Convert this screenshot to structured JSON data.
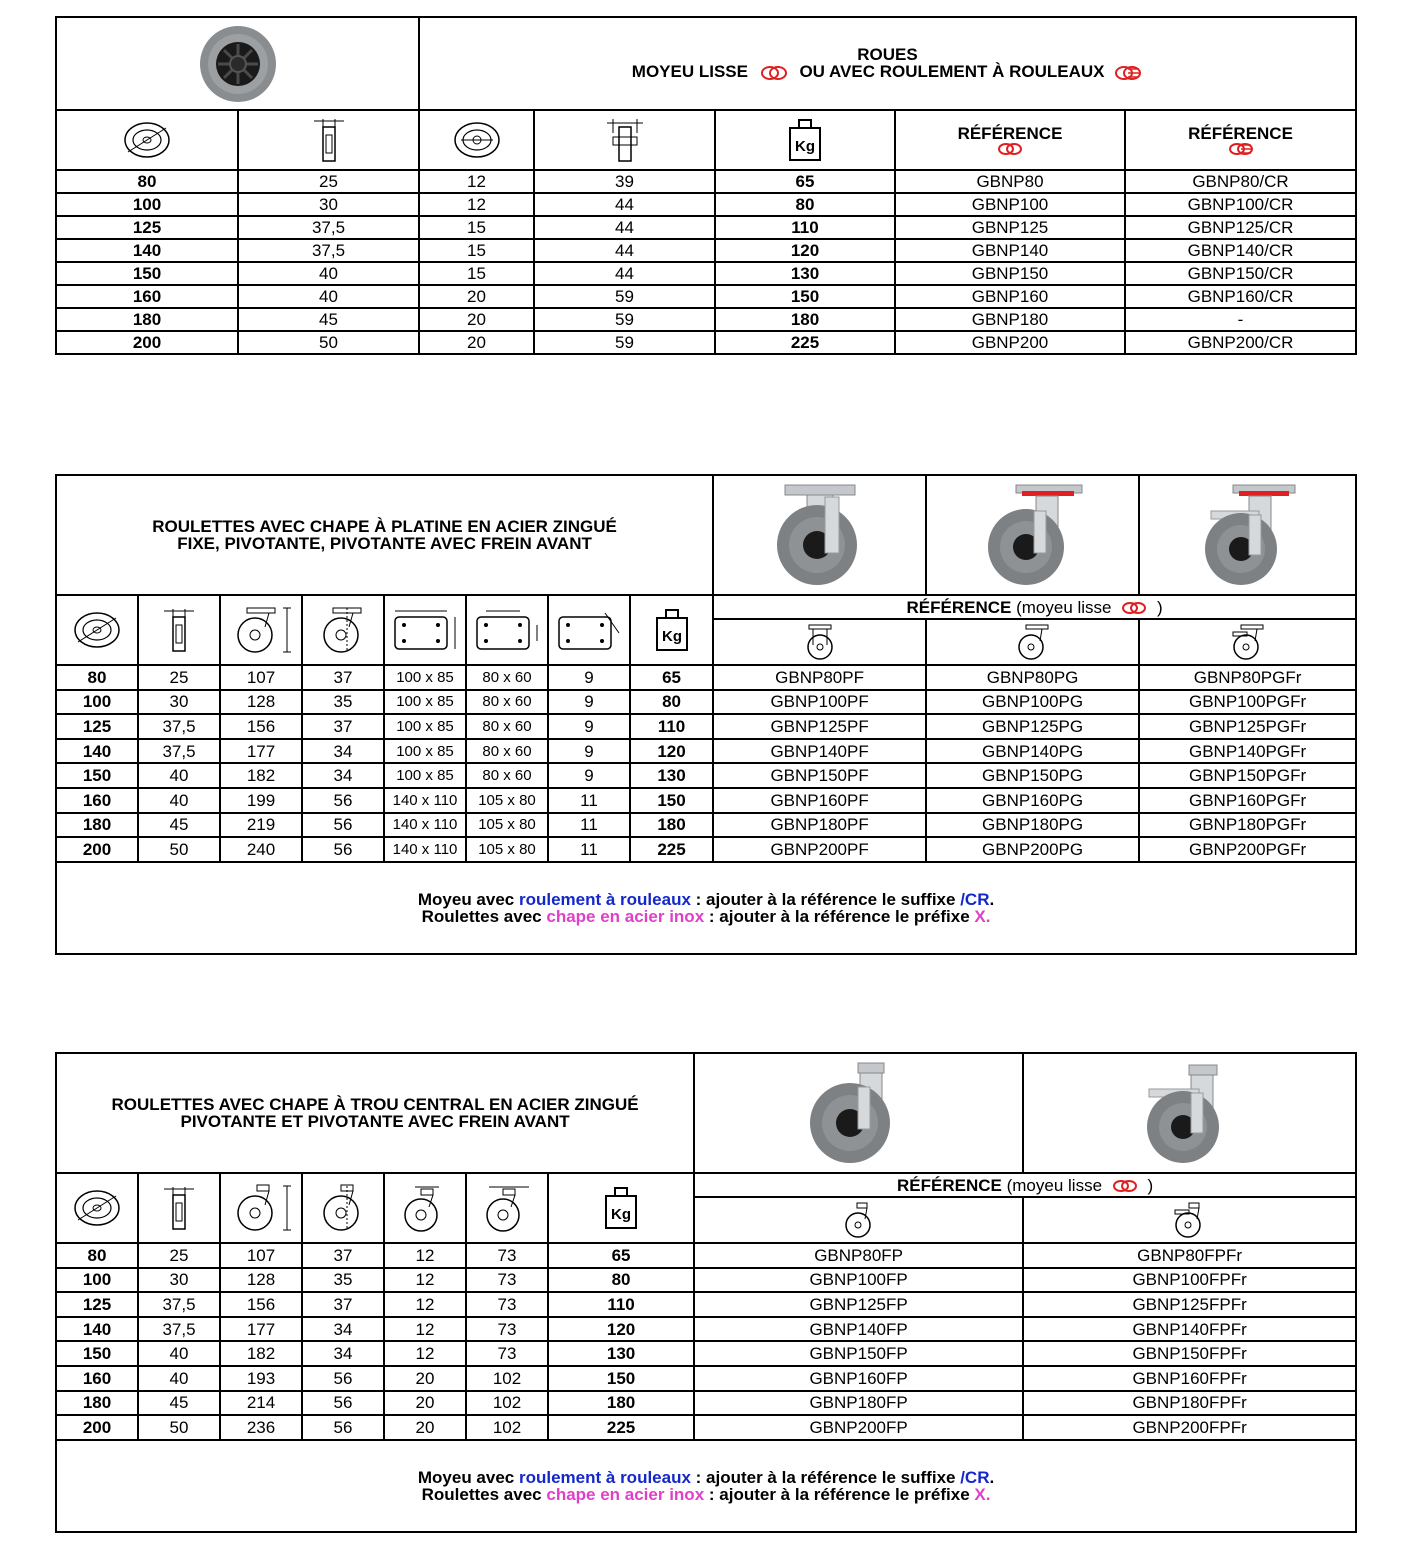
{
  "colors": {
    "hub_red": "#e02020",
    "blue_text": "#1428c8",
    "pink_text": "#e040c8",
    "tire_grey": "#8a8d90",
    "hub_black": "#1a1a1a",
    "plate_zinc": "#c4c8cc"
  },
  "table1": {
    "title_line1": "ROUES",
    "title_line2a": "MOYEU LISSE",
    "title_line2b": "OU AVEC ROULEMENT À ROULEAUX",
    "col_icons": [
      "wheel-diameter-icon",
      "wheel-width-icon",
      "bore-diameter-icon",
      "hub-length-icon",
      "load-kg-icon"
    ],
    "kg_label": "Kg",
    "ref_label1": "RÉFÉRENCE",
    "ref_label2": "RÉFÉRENCE",
    "rows": [
      [
        "80",
        "25",
        "12",
        "39",
        "65",
        "GBNP80",
        "GBNP80/CR"
      ],
      [
        "100",
        "30",
        "12",
        "44",
        "80",
        "GBNP100",
        "GBNP100/CR"
      ],
      [
        "125",
        "37,5",
        "15",
        "44",
        "110",
        "GBNP125",
        "GBNP125/CR"
      ],
      [
        "140",
        "37,5",
        "15",
        "44",
        "120",
        "GBNP140",
        "GBNP140/CR"
      ],
      [
        "150",
        "40",
        "15",
        "44",
        "130",
        "GBNP150",
        "GBNP150/CR"
      ],
      [
        "160",
        "40",
        "20",
        "59",
        "150",
        "GBNP160",
        "GBNP160/CR"
      ],
      [
        "180",
        "45",
        "20",
        "59",
        "180",
        "GBNP180",
        "-"
      ],
      [
        "200",
        "50",
        "20",
        "59",
        "225",
        "GBNP200",
        "GBNP200/CR"
      ]
    ]
  },
  "table2": {
    "title_line1": "ROULETTES AVEC CHAPE  À PLATINE EN ACIER ZINGUÉ",
    "title_line2": "FIXE, PIVOTANTE, PIVOTANTE AVEC FREIN AVANT",
    "kg_label": "Kg",
    "ref_bold": "RÉFÉRENCE",
    "ref_open": "(moyeu lisse",
    "ref_close": ")",
    "rows": [
      [
        "80",
        "25",
        "107",
        "37",
        "100 x 85",
        "80 x 60",
        "9",
        "65",
        "GBNP80PF",
        "GBNP80PG",
        "GBNP80PGFr"
      ],
      [
        "100",
        "30",
        "128",
        "35",
        "100 x 85",
        "80 x 60",
        "9",
        "80",
        "GBNP100PF",
        "GBNP100PG",
        "GBNP100PGFr"
      ],
      [
        "125",
        "37,5",
        "156",
        "37",
        "100 x 85",
        "80 x 60",
        "9",
        "110",
        "GBNP125PF",
        "GBNP125PG",
        "GBNP125PGFr"
      ],
      [
        "140",
        "37,5",
        "177",
        "34",
        "100 x 85",
        "80 x 60",
        "9",
        "120",
        "GBNP140PF",
        "GBNP140PG",
        "GBNP140PGFr"
      ],
      [
        "150",
        "40",
        "182",
        "34",
        "100 x 85",
        "80 x 60",
        "9",
        "130",
        "GBNP150PF",
        "GBNP150PG",
        "GBNP150PGFr"
      ],
      [
        "160",
        "40",
        "199",
        "56",
        "140 x 110",
        "105 x 80",
        "11",
        "150",
        "GBNP160PF",
        "GBNP160PG",
        "GBNP160PGFr"
      ],
      [
        "180",
        "45",
        "219",
        "56",
        "140 x 110",
        "105 x 80",
        "11",
        "180",
        "GBNP180PF",
        "GBNP180PG",
        "GBNP180PGFr"
      ],
      [
        "200",
        "50",
        "240",
        "56",
        "140 x 110",
        "105 x 80",
        "11",
        "225",
        "GBNP200PF",
        "GBNP200PG",
        "GBNP200PGFr"
      ]
    ],
    "note1_a": "Moyeu avec ",
    "note1_b": "roulement à rouleaux",
    "note1_c": "  : ajouter à la référence le suffixe ",
    "note1_d": "/CR",
    "note1_e": ".",
    "note2_a": "Roulettes avec ",
    "note2_b": "chape en acier inox",
    "note2_c": " : ajouter à la référence le préfixe ",
    "note2_d": "X."
  },
  "table3": {
    "title_line1": "ROULETTES AVEC CHAPE  À TROU CENTRAL EN ACIER ZINGUÉ",
    "title_line2": "PIVOTANTE ET PIVOTANTE AVEC FREIN AVANT",
    "kg_label": "Kg",
    "ref_bold": "RÉFÉRENCE",
    "ref_open": "(moyeu lisse",
    "ref_close": ")",
    "rows": [
      [
        "80",
        "25",
        "107",
        "37",
        "12",
        "73",
        "65",
        "GBNP80FP",
        "GBNP80FPFr"
      ],
      [
        "100",
        "30",
        "128",
        "35",
        "12",
        "73",
        "80",
        "GBNP100FP",
        "GBNP100FPFr"
      ],
      [
        "125",
        "37,5",
        "156",
        "37",
        "12",
        "73",
        "110",
        "GBNP125FP",
        "GBNP125FPFr"
      ],
      [
        "140",
        "37,5",
        "177",
        "34",
        "12",
        "73",
        "120",
        "GBNP140FP",
        "GBNP140FPFr"
      ],
      [
        "150",
        "40",
        "182",
        "34",
        "12",
        "73",
        "130",
        "GBNP150FP",
        "GBNP150FPFr"
      ],
      [
        "160",
        "40",
        "193",
        "56",
        "20",
        "102",
        "150",
        "GBNP160FP",
        "GBNP160FPFr"
      ],
      [
        "180",
        "45",
        "214",
        "56",
        "20",
        "102",
        "180",
        "GBNP180FP",
        "GBNP180FPFr"
      ],
      [
        "200",
        "50",
        "236",
        "56",
        "20",
        "102",
        "225",
        "GBNP200FP",
        "GBNP200FPFr"
      ]
    ],
    "note1_a": "Moyeu avec ",
    "note1_b": "roulement à rouleaux",
    "note1_c": "  : ajouter à la référence le suffixe ",
    "note1_d": "/CR",
    "note1_e": ".",
    "note2_a": "Roulettes avec ",
    "note2_b": "chape en acier inox",
    "note2_c": " : ajouter à la référence le préfixe ",
    "note2_d": "X."
  }
}
